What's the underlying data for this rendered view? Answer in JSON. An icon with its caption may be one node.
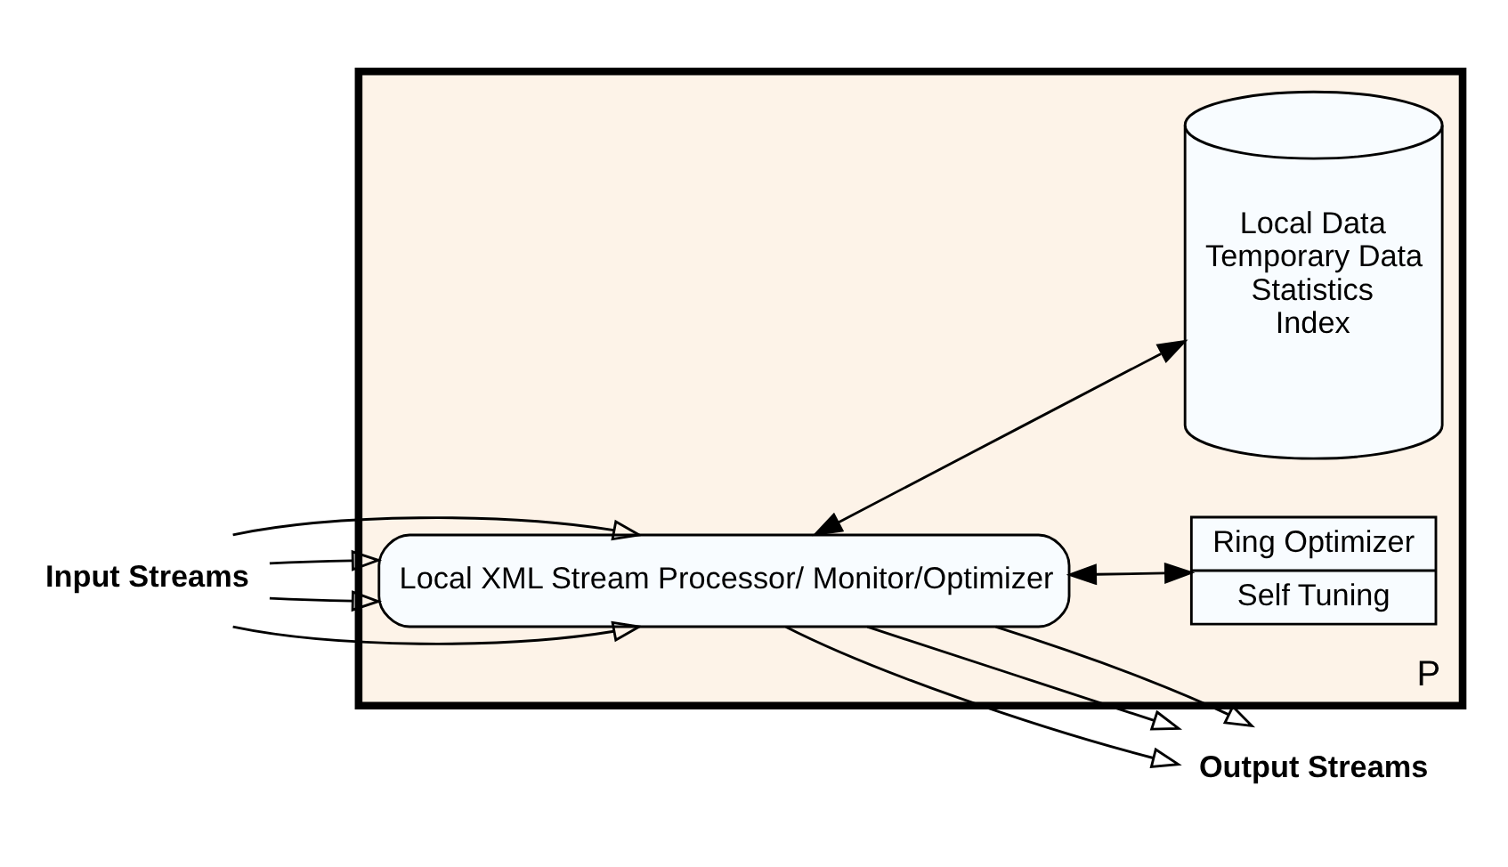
{
  "diagram": {
    "nodes": [
      {
        "text": [
          "Input Streams"
        ]
      },
      {
        "text": [
          "P"
        ]
      },
      {
        "text": [
          "Local XML Stream Processor/ Monitor/Optimizer"
        ],
        "in": 1
      },
      {
        "text": [
          "Ring Optimizer",
          "Self Tuning"
        ],
        "in": 1
      },
      {
        "text": [
          "Local Data",
          "Temporary Data",
          "Statistics",
          "Index"
        ],
        "in": 1
      },
      {
        "text": [
          "Output Streams"
        ]
      }
    ],
    "edges": [
      {
        "from": 0,
        "to": 2,
        "arrow": "to"
      },
      {
        "from": 0,
        "to": 2,
        "arrow": "to"
      },
      {
        "from": 0,
        "to": 2,
        "arrow": "to"
      },
      {
        "from": 0,
        "to": 2,
        "arrow": "to"
      },
      {
        "from": 2,
        "to": 5,
        "arrow": "to"
      },
      {
        "from": 2,
        "to": 5,
        "arrow": "to"
      },
      {
        "from": 2,
        "to": 5,
        "arrow": "to"
      },
      {
        "from": 2,
        "to": 3,
        "arrow": "both"
      },
      {
        "from": 2,
        "to": 4,
        "arrow": "both"
      }
    ]
  }
}
